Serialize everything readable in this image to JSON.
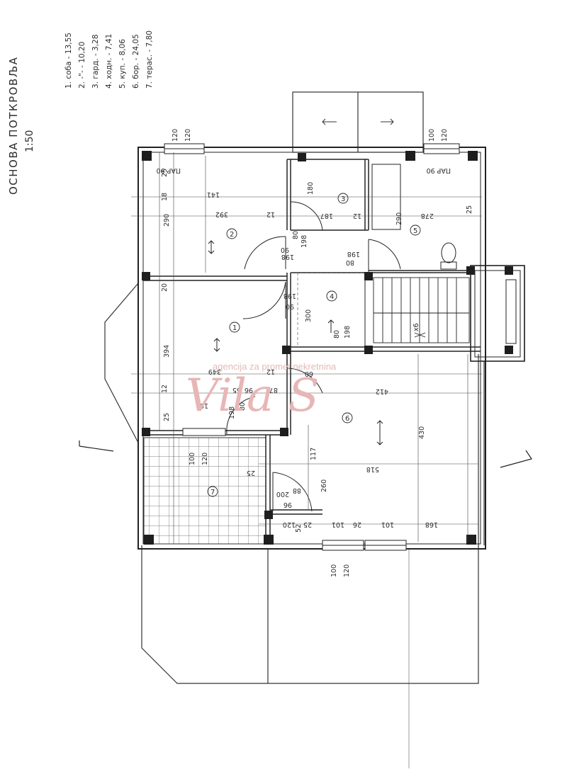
{
  "sheet": {
    "title": "ОСНОВА ПОТКРОВЉА",
    "scale": "1:50"
  },
  "legend": [
    "1. соба - 13,55",
    "2. -\"- - 10,20",
    "3. гард. - 3,28",
    "4. ходн. - 7,41",
    "5. куп. - 8,06",
    "6. бор. - 24,05",
    "7. терас. - 7,80"
  ],
  "rooms": [
    {
      "label": "1"
    },
    {
      "label": "2"
    },
    {
      "label": "3"
    },
    {
      "label": "4"
    },
    {
      "label": "5"
    },
    {
      "label": "6"
    },
    {
      "label": "7"
    }
  ],
  "window_labels": {
    "par90_a": "ПАР 90",
    "par90_b": "ПАР 90"
  },
  "dimensions": {
    "top_window_a": [
      "120",
      "120"
    ],
    "top_window_b": [
      "100",
      "120"
    ],
    "bottom_window": [
      "100",
      "120"
    ],
    "terrace_window": [
      "100",
      "120"
    ],
    "room2": [
      "25",
      "18",
      "290",
      "141",
      "392",
      "12"
    ],
    "room3": [
      "180",
      "187",
      "12",
      "290",
      "278",
      "25"
    ],
    "doors": [
      "90",
      "198",
      "80",
      "198",
      "80",
      "198",
      "90",
      "198",
      "300",
      "80",
      "198"
    ],
    "room1": [
      "20",
      "394",
      "12",
      "349",
      "101",
      "65",
      "96",
      "12",
      "87",
      "198",
      "80",
      "25"
    ],
    "room6": [
      "60",
      "412",
      "117",
      "260",
      "430",
      "518",
      "88",
      "25",
      "96",
      "200"
    ],
    "bottom": [
      "120",
      "25",
      "52",
      "101",
      "26",
      "101",
      "168"
    ],
    "stair": [
      "x6"
    ]
  },
  "watermark": {
    "line1": "agencija za promet nekretnina",
    "line2": "Vila S"
  }
}
